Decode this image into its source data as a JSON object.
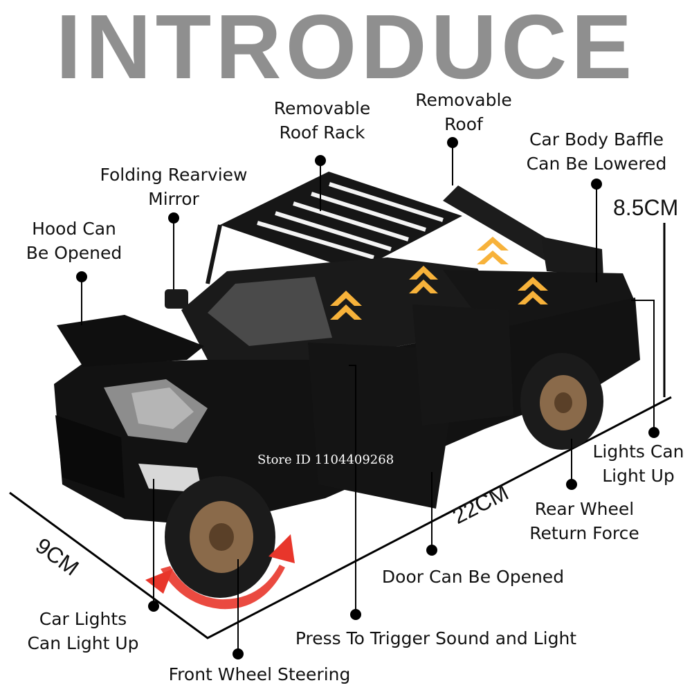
{
  "title": "INTRODUCE",
  "watermark": "Store ID 1104409268",
  "dimensions": {
    "height": "8.5CM",
    "length": "22CM",
    "width": "9CM"
  },
  "features": {
    "removable_roof_rack": [
      "Removable",
      "Roof Rack"
    ],
    "removable_roof": [
      "Removable",
      "Roof"
    ],
    "car_body_baffle": [
      "Car Body Baffle",
      "Can Be Lowered"
    ],
    "folding_mirror": [
      "Folding Rearview",
      "Mirror"
    ],
    "hood": [
      "Hood Can",
      "Be Opened"
    ],
    "lights_can_light_up": [
      "Lights Can",
      "Light Up"
    ],
    "rear_wheel": [
      "Rear Wheel",
      "Return Force"
    ],
    "door": [
      "Door Can Be Opened"
    ],
    "car_lights": [
      "Car Lights",
      "Can Light Up"
    ],
    "sound_and_light": [
      "Press To Trigger Sound and Light"
    ],
    "front_wheel_steering": [
      "Front Wheel Steering"
    ]
  },
  "colors": {
    "title": "#8f8f8f",
    "truck_body": "#121212",
    "wheel_bronze": "#8a6a4a",
    "arrow_glow": "#f7b23a",
    "steering_arrow": "#e8362b"
  }
}
